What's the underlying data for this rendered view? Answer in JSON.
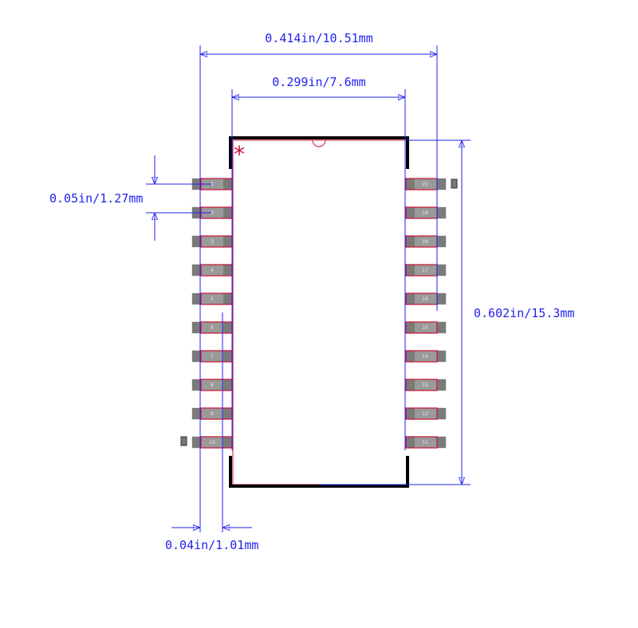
{
  "dimensions": {
    "overall_width": "0.414in/10.51mm",
    "body_width": "0.299in/7.6mm",
    "pitch": "0.05in/1.27mm",
    "height": "0.602in/15.3mm",
    "pad_width": "0.04in/1.01mm"
  },
  "pin1_marker": "*",
  "left_pins": [
    "1",
    "2",
    "3",
    "4",
    "5",
    "6",
    "7",
    "8",
    "9",
    "10"
  ],
  "right_pins": [
    "20",
    "19",
    "18",
    "17",
    "16",
    "15",
    "14",
    "13",
    "12",
    "11"
  ],
  "colors": {
    "dimension": "#2222ee",
    "silkscreen": "#000000",
    "courtyard": "#cc1133",
    "pad": "#9a9a9a",
    "pad_dark": "#7a7a7a"
  }
}
